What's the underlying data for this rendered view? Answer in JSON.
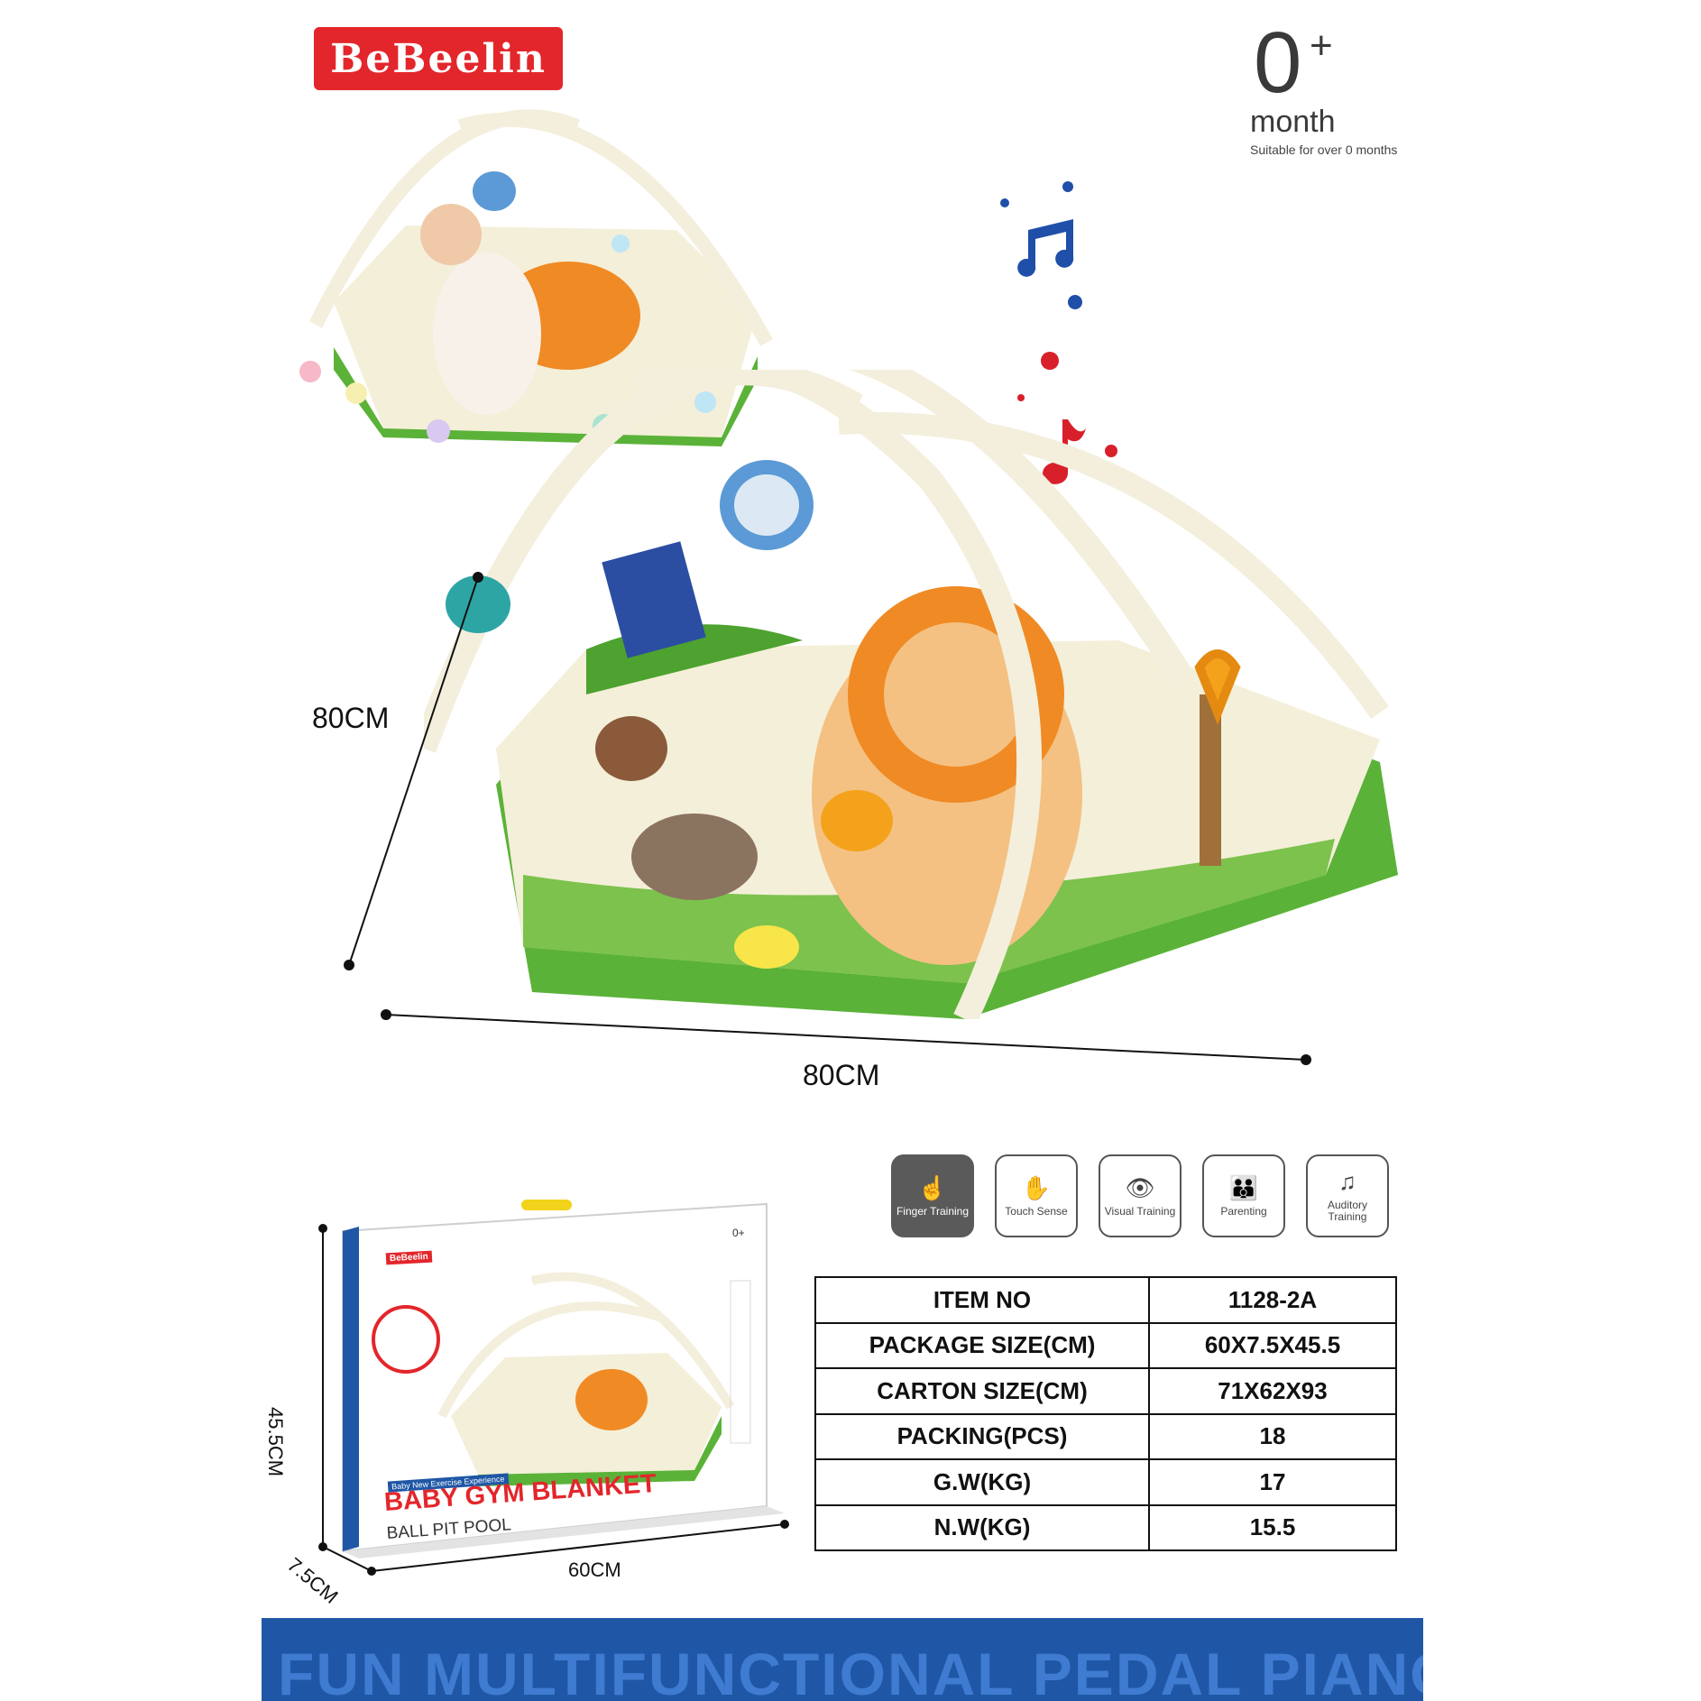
{
  "brand": {
    "name": "BeBeelin",
    "color": "#e3262b"
  },
  "age": {
    "value": "0",
    "plus": "+",
    "unit": "month",
    "note": "Suitable for over 0 months"
  },
  "dimensions": {
    "mat_height": "80CM",
    "mat_width": "80CM",
    "box_height": "45.5CM",
    "box_depth": "7.5CM",
    "box_width": "60CM"
  },
  "box_art": {
    "brand": "BeBeelin",
    "age": "0+",
    "tagline": "Baby New Exercise Experience",
    "title": "BABY GYM BLANKET",
    "subtitle": "BALL PIT POOL"
  },
  "features": [
    {
      "icon": "finger-icon",
      "glyph": "☝",
      "label": "Finger Training",
      "active": true
    },
    {
      "icon": "touch-icon",
      "glyph": "✋",
      "label": "Touch Sense",
      "active": false
    },
    {
      "icon": "eye-icon",
      "glyph": "👁",
      "label": "Visual Training",
      "active": false
    },
    {
      "icon": "parent-child-icon",
      "glyph": "👪",
      "label": "Parenting",
      "active": false
    },
    {
      "icon": "ear-icon",
      "glyph": "♫",
      "label": "Auditory Training",
      "active": false
    }
  ],
  "specs": [
    {
      "label": "ITEM NO",
      "value": "1128-2A"
    },
    {
      "label": "PACKAGE SIZE(CM)",
      "value": "60X7.5X45.5"
    },
    {
      "label": "CARTON SIZE(CM)",
      "value": "71X62X93"
    },
    {
      "label": "PACKING(PCS)",
      "value": "18"
    },
    {
      "label": "G.W(KG)",
      "value": "17"
    },
    {
      "label": "N.W(KG)",
      "value": "15.5"
    }
  ],
  "banner": {
    "text": "FUN MULTIFUNCTIONAL PEDAL PIANO",
    "color": "#1f57a6"
  },
  "icons": {
    "note_blue": "#1f4fa8",
    "note_red": "#d8202a"
  }
}
